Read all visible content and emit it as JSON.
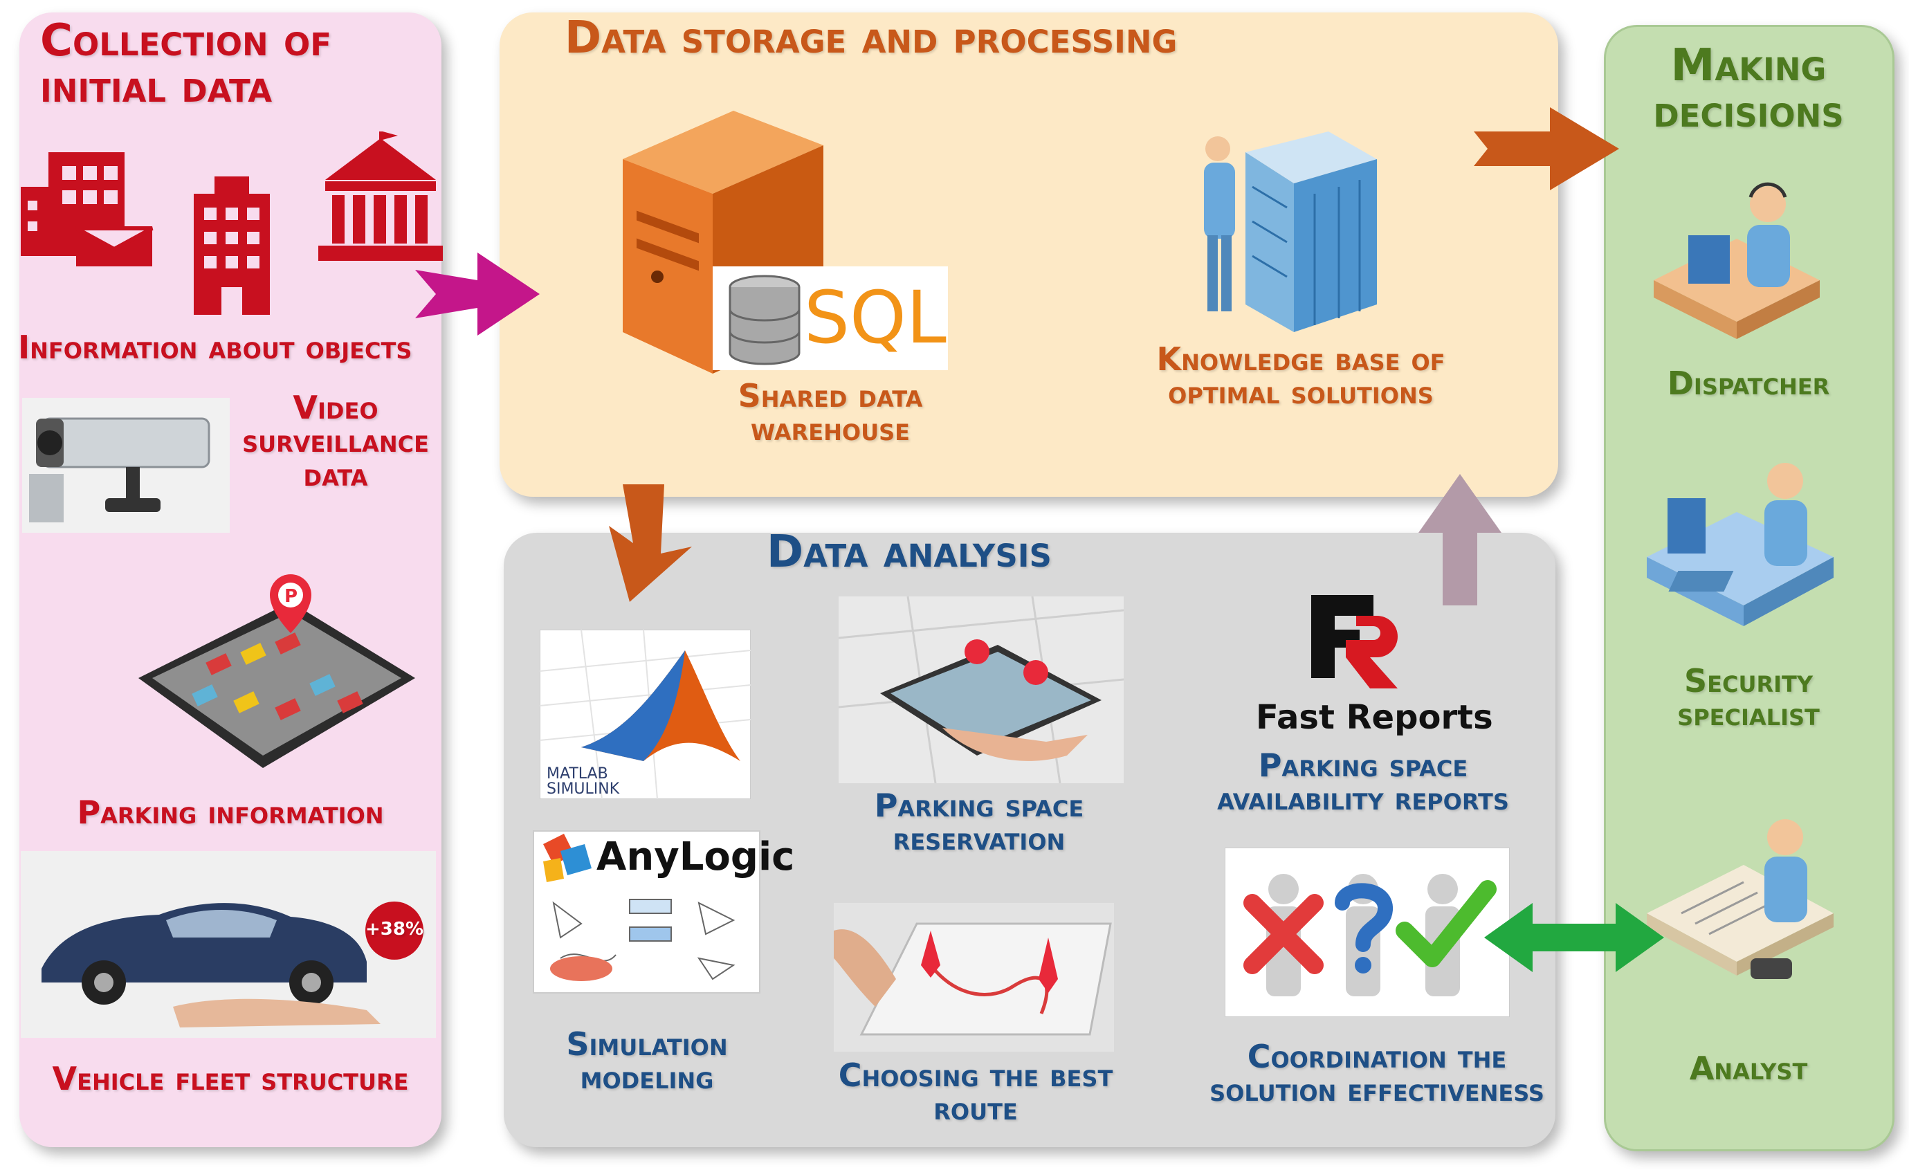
{
  "collection": {
    "title_line1": "Collection of",
    "title_line2": "initial data",
    "objects_label": "Information about objects",
    "video_label_line1": "Video",
    "video_label_line2": "surveillance",
    "video_label_line3": "data",
    "parking_label": "Parking information",
    "fleet_label": "Vehicle fleet structure",
    "fleet_badge": "+38%"
  },
  "storage": {
    "title": "Data storage and processing",
    "sql_text": "SQL",
    "warehouse_line1": "Shared data",
    "warehouse_line2": "warehouse",
    "kb_line1": "Knowledge base of",
    "kb_line2": "optimal solutions"
  },
  "analysis": {
    "title": "Data analysis",
    "matlab_line1": "MATLAB",
    "matlab_line2": "SIMULINK",
    "anylogic_text": "AnyLogic",
    "simulation_line1": "Simulation",
    "simulation_line2": "modeling",
    "reservation_line1": "Parking space",
    "reservation_line2": "reservation",
    "route_line1": "Choosing the best",
    "route_line2": "route",
    "fastreports_text": "Fast Reports",
    "reports_line1": "Parking space",
    "reports_line2": "availability reports",
    "coordination_line1": "Coordination the",
    "coordination_line2": "solution effectiveness"
  },
  "decisions": {
    "title_line1": "Making",
    "title_line2": "decisions",
    "dispatcher": "Dispatcher",
    "security_line1": "Security",
    "security_line2": "specialist",
    "analyst": "Analyst"
  },
  "colors": {
    "collect_bg": "#f8dcee",
    "storage_bg": "#fde9c6",
    "analysis_bg": "#d9d9d9",
    "decide_bg": "#c4deb0",
    "red_text": "#c8101f",
    "orange_text": "#c8581a",
    "blue_text": "#1e4f86",
    "green_text": "#4d7a1f"
  }
}
